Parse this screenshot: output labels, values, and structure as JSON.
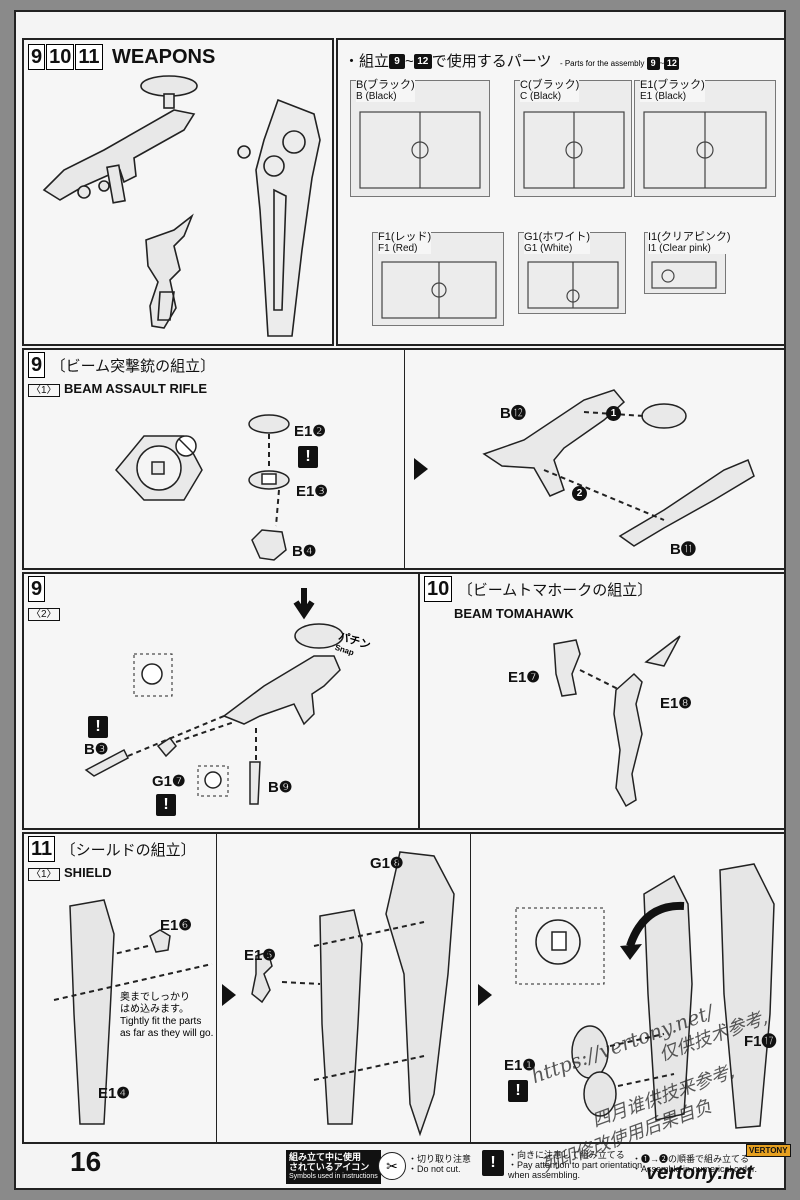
{
  "page_number": "16",
  "weapons_header": {
    "steps": [
      "9",
      "10",
      "11"
    ],
    "title": "WEAPONS"
  },
  "parts_panel": {
    "title_prefix": "・組立",
    "title_step_a": "9",
    "title_range_sep": "~",
    "title_step_b": "12",
    "title_suffix": "で使用するパーツ",
    "subtitle_prefix": "- Parts for the assembly",
    "subtitle_step_a": "9",
    "subtitle_sep": "~",
    "subtitle_step_b": "12",
    "runners": [
      {
        "jp": "B(ブラック)",
        "en": "B (Black)"
      },
      {
        "jp": "C(ブラック)",
        "en": "C (Black)"
      },
      {
        "jp": "E1(ブラック)",
        "en": "E1 (Black)"
      },
      {
        "jp": "F1(レッド)",
        "en": "F1 (Red)"
      },
      {
        "jp": "G1(ホワイト)",
        "en": "G1 (White)"
      },
      {
        "jp": "I1(クリアピンク)",
        "en": "I1 (Clear pink)"
      }
    ]
  },
  "step9_1": {
    "step": "9",
    "jp_title": "〔ビーム突撃銃の組立〕",
    "sub": "〈1〉",
    "en_title": "BEAM ASSAULT RIFLE",
    "parts": {
      "e1_2": "E1❷",
      "e1_3": "E1❸",
      "b4": "B❹",
      "b12": "B⓬",
      "b11": "B⓫"
    },
    "order": [
      "1",
      "2"
    ]
  },
  "step9_2": {
    "step": "9",
    "sub": "〈2〉",
    "snap_jp": "パチン",
    "snap_en": "Snap",
    "parts": {
      "b3": "B❸",
      "g1_7": "G1❼",
      "b9": "B❾"
    }
  },
  "step10": {
    "step": "10",
    "jp_title": "〔ビームトマホークの組立〕",
    "en_title": "BEAM TOMAHAWK",
    "parts": {
      "e1_7": "E1❼",
      "e1_8": "E1❽"
    }
  },
  "step11": {
    "step": "11",
    "jp_title": "〔シールドの組立〕",
    "sub": "〈1〉",
    "en_title": "SHIELD",
    "note_jp_1": "奥までしっかり",
    "note_jp_2": "はめ込みます。",
    "note_en_1": "Tightly fit the parts",
    "note_en_2": "as far as they will go.",
    "parts": {
      "e1_6": "E1❻",
      "e1_5": "E1❺",
      "e1_4": "E1❹",
      "g1_8": "G1❽",
      "e1_1": "E1❶",
      "f1_17": "F1⓱"
    }
  },
  "legend": {
    "icons_jp_1": "組み立て中に使用",
    "icons_jp_2": "されているアイコン",
    "icons_en": "Symbols used in instructions",
    "cut_jp": "・切り取り注意",
    "cut_en": "・Do not cut.",
    "warn_jp": "・向きに注意して組み立てる",
    "warn_en_1": "・Pay attention to part orientation",
    "warn_en_2": "when assembling.",
    "order_jp": "・❶→❷の順番で組み立てる",
    "order_en": "・Assemble in numerical order."
  },
  "watermarks": {
    "url": "https://vertony.net/",
    "cn1": "仅供技术参考,",
    "cn2": "四月谁供技来参考,",
    "cn3": "列印修改使用后果自负",
    "brand": "vertony.net",
    "badge": "VERTONY"
  },
  "colors": {
    "ink": "#111111",
    "paper": "#f4f4f4",
    "frame": "#8a8a8a"
  }
}
